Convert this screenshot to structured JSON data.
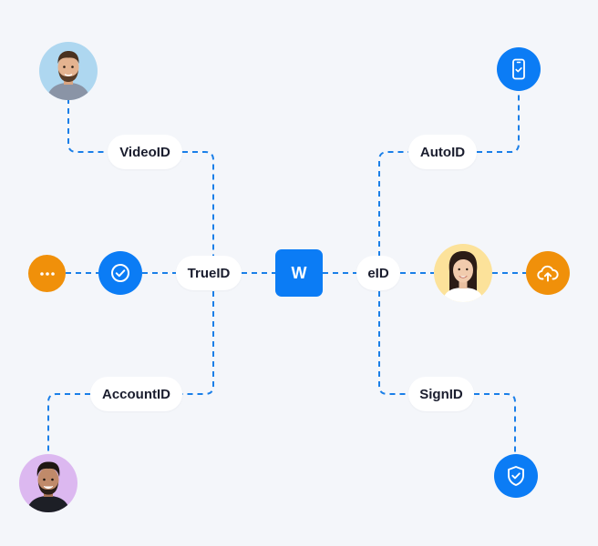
{
  "colors": {
    "accent_blue": "#0b7cf5",
    "accent_orange": "#f0900a",
    "background": "#f4f6fa",
    "connector": "#1a7fe8"
  },
  "center_logo": {
    "label": "W"
  },
  "nodes": {
    "video_id": "VideoID",
    "true_id": "TrueID",
    "account_id": "AccountID",
    "auto_id": "AutoID",
    "e_id": "eID",
    "sign_id": "SignID"
  },
  "icons": {
    "more": "more-dots-icon",
    "verified": "check-circle-icon",
    "phone": "phone-check-icon",
    "upload": "cloud-upload-icon",
    "shield": "shield-check-icon"
  }
}
